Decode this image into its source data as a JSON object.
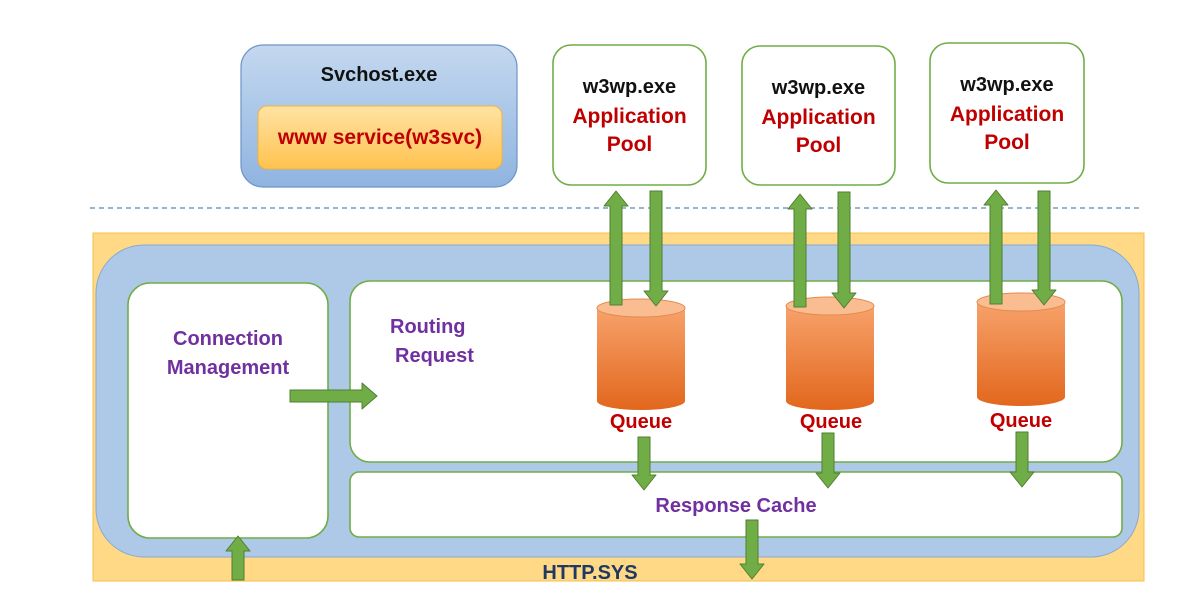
{
  "colors": {
    "outer_fill": "#ffd985",
    "inner_fill": "#aec9e8",
    "box_border": "#70ad47",
    "arrow_fill": "#70ad47",
    "arrow_stroke": "#507e32",
    "cylinder": "#ed7d31",
    "red_text": "#c00000",
    "purple_text": "#7030a0",
    "svchost_fill": "#a9c6e8",
    "service_fill": "#ffc965"
  },
  "svchost": {
    "title": "Svchost.exe",
    "service": "www service(w3svc)"
  },
  "worker_processes": [
    {
      "process": "w3wp.exe",
      "pool_line1": "Application",
      "pool_line2": "Pool"
    },
    {
      "process": "w3wp.exe",
      "pool_line1": "Application",
      "pool_line2": "Pool"
    },
    {
      "process": "w3wp.exe",
      "pool_line1": "Application",
      "pool_line2": "Pool"
    }
  ],
  "connection_management": {
    "line1": "Connection",
    "line2": "Management"
  },
  "routing_request": {
    "line1": "Routing",
    "line2": "Request"
  },
  "queues": [
    "Queue",
    "Queue",
    "Queue"
  ],
  "response_cache": "Response Cache",
  "http_sys": "HTTP.SYS"
}
